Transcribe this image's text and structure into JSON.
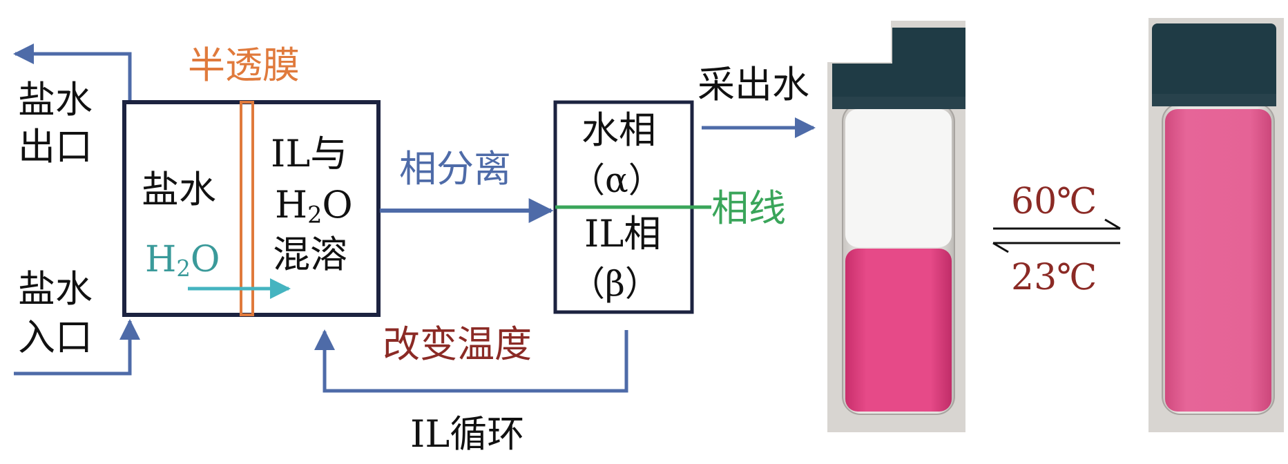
{
  "left_diagram": {
    "membrane_label": "半透膜",
    "brine_outlet": [
      "盐水",
      "出口"
    ],
    "brine_inlet": [
      "盐水",
      "入口"
    ],
    "brine_label": "盐水",
    "mix_label": {
      "line1": "IL与",
      "line2_main": "H",
      "line2_sub": "2",
      "line2_end": "O",
      "line3": "混溶"
    },
    "water_label": {
      "main": "H",
      "sub": "2",
      "end": "O"
    },
    "separation_label": "相分离",
    "temp_change_label": "改变温度",
    "recycle_label": "IL循环"
  },
  "phase_box": {
    "upper": {
      "name": "水相",
      "symbol": "（α）"
    },
    "lower": {
      "name": "IL相",
      "symbol": "（β）"
    },
    "phase_line_label": "相线",
    "output_label": "采出水"
  },
  "equilibrium": {
    "forward_temp": "60℃",
    "reverse_temp": "23℃"
  },
  "colors": {
    "frame": "#1c2340",
    "arrow_blue": "#4e6ba8",
    "membrane_orange": "#e07a3c",
    "water_arrow": "#45b4c0",
    "phase_line": "#3aa55a",
    "pink_liquid": "#e0407e",
    "cap": "#1f3b45"
  }
}
